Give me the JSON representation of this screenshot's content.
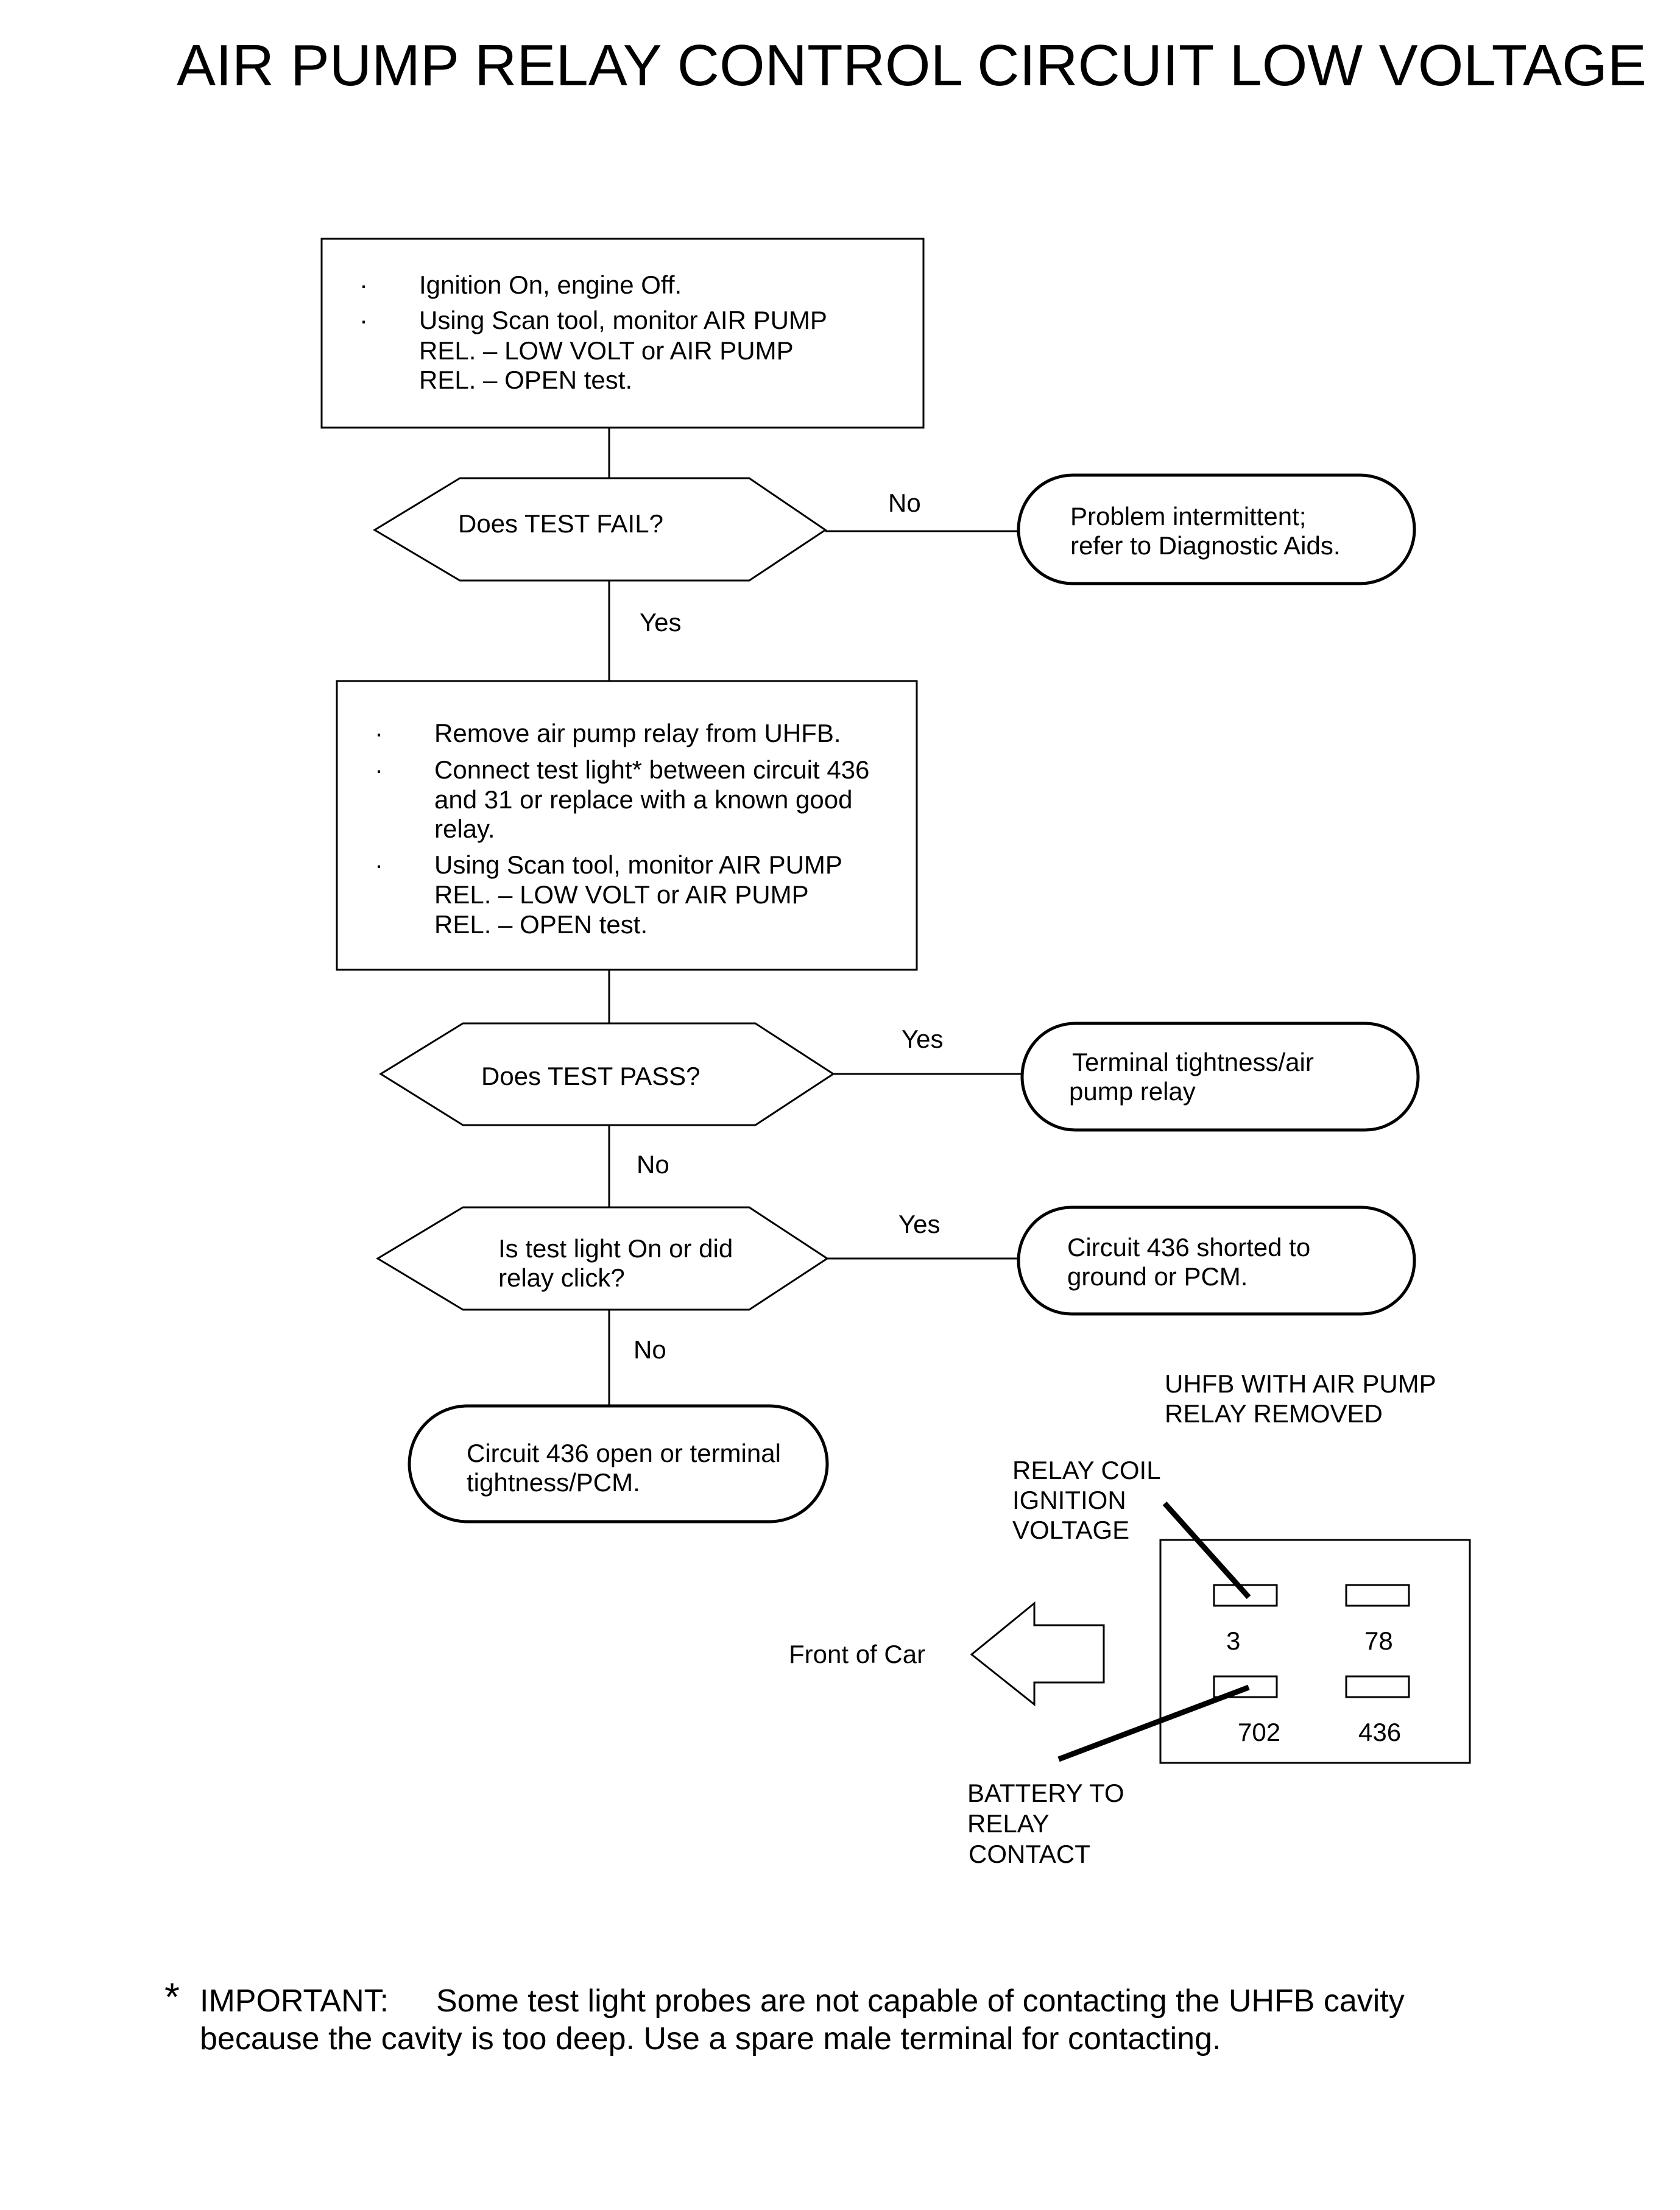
{
  "title": "AIR PUMP RELAY CONTROL CIRCUIT LOW VOLTAGE",
  "bullet": "·",
  "step1": {
    "lines": [
      "Ignition On, engine Off.",
      "Using Scan tool, monitor AIR PUMP",
      "REL. – LOW VOLT or AIR PUMP",
      "REL. – OPEN test."
    ]
  },
  "decision1": {
    "text": "Does TEST FAIL?",
    "no_label": "No",
    "yes_label": "Yes"
  },
  "result1": {
    "lines": [
      "Problem intermittent;",
      "refer to Diagnostic Aids."
    ]
  },
  "step2": {
    "lines": [
      "Remove air pump relay from UHFB.",
      "Connect test light* between circuit 436",
      "and 31 or replace with a known good",
      "relay.",
      "Using Scan tool, monitor AIR PUMP",
      "REL. – LOW VOLT or AIR PUMP",
      "REL. – OPEN test."
    ]
  },
  "decision2": {
    "text": "Does TEST PASS?",
    "yes_label": "Yes",
    "no_label": "No"
  },
  "result2": {
    "lines": [
      "Terminal tightness/air",
      "pump relay"
    ]
  },
  "decision3": {
    "lines": [
      "Is test light On or did",
      "relay click?"
    ],
    "yes_label": "Yes",
    "no_label": "No"
  },
  "result3": {
    "lines": [
      "Circuit 436 shorted to",
      "ground or PCM."
    ]
  },
  "result4": {
    "lines": [
      "Circuit 436 open or terminal",
      "tightness/PCM."
    ]
  },
  "connector": {
    "heading_lines": [
      "UHFB WITH AIR PUMP",
      "RELAY REMOVED"
    ],
    "coil_label_lines": [
      "RELAY COIL",
      "IGNITION",
      "VOLTAGE"
    ],
    "battery_label_lines": [
      "BATTERY TO",
      "RELAY",
      "CONTACT"
    ],
    "front_label": "Front of Car",
    "terminals": [
      "3",
      "78",
      "702",
      "436"
    ]
  },
  "footnote": {
    "star": "*",
    "label": "IMPORTANT:",
    "line1": "Some test light probes are not capable of contacting the UHFB cavity",
    "line2": "because the cavity is too deep. Use a spare male terminal for contacting."
  }
}
